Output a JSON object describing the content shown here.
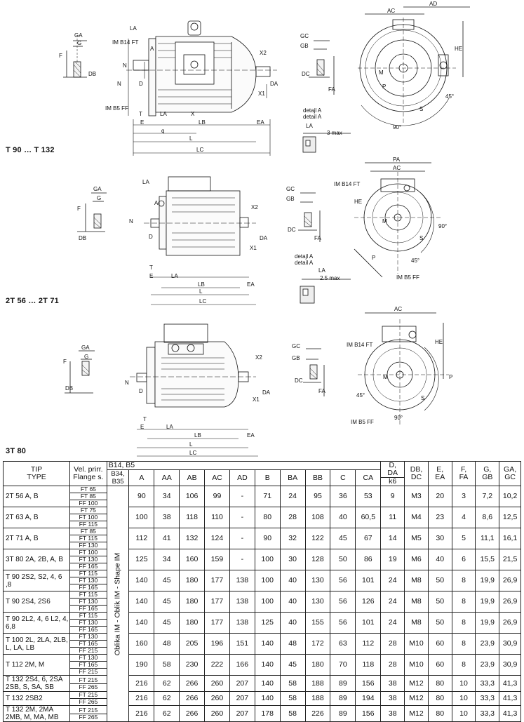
{
  "sections": [
    {
      "label": "T 90 … T 132"
    },
    {
      "label": "2T 56 … 2T 71"
    },
    {
      "label": "3T 80"
    }
  ],
  "drawing_labels": {
    "s1": {
      "GA": "GA",
      "G": "G",
      "F": "F",
      "DB": "DB",
      "LA": "LA",
      "IM_B14": "IM B14 FT",
      "IM_B5": "IM B5 FF",
      "A": "A",
      "N": "N",
      "D": "D",
      "T": "T",
      "X": "X",
      "E": "E",
      "q": "q",
      "LB": "LB",
      "L": "L",
      "LC": "LC",
      "EA": "EA",
      "X1": "X1",
      "X2": "X2",
      "DA": "DA",
      "GC": "GC",
      "GB": "GB",
      "DC": "DC",
      "FA": "FA",
      "detail1": "detajl A",
      "detail2": "detail A",
      "max": "3 max",
      "AC": "AC",
      "AD": "AD",
      "HE": "HE",
      "M": "M",
      "P": "P",
      "S": "S",
      "deg45": "45°",
      "deg90": "90°"
    },
    "s2": {
      "GA": "GA",
      "G": "G",
      "F": "F",
      "DB": "DB",
      "LA": "LA",
      "A": "A",
      "N": "N",
      "D": "D",
      "T": "T",
      "E": "E",
      "LB": "LB",
      "L": "L",
      "LC": "LC",
      "EA": "EA",
      "X1": "X1",
      "X2": "X2",
      "DA": "DA",
      "GC": "GC",
      "GB": "GB",
      "DC": "DC",
      "FA": "FA",
      "detail1": "detajl A",
      "detail2": "detail A",
      "max": "2.5 max",
      "PA": "PA",
      "AC": "AC",
      "IM_B14": "IM B14 FT",
      "IM_B5": "IM B5 FF",
      "HE": "HE",
      "M": "M",
      "P": "P",
      "S": "S",
      "deg45": "45°",
      "deg90": "90°"
    },
    "s3": {
      "GA": "GA",
      "G": "G",
      "F": "F",
      "DB": "DB",
      "LA": "LA",
      "N": "N",
      "D": "D",
      "T": "T",
      "E": "E",
      "LB": "LB",
      "L": "L",
      "LC": "LC",
      "EA": "EA",
      "X1": "X1",
      "X2": "X2",
      "DA": "DA",
      "GC": "GC",
      "GB": "GB",
      "DC": "DC",
      "FA": "FA",
      "AC": "AC",
      "IM_B14": "IM B14 FT",
      "IM_B5": "IM B5 FF",
      "HE": "HE",
      "P": "P",
      "M": "M",
      "S": "S",
      "deg45": "45°",
      "deg90": "90°"
    }
  },
  "table": {
    "header": {
      "tip": "TIP",
      "type": "TYPE",
      "flange1": "Vel. prirr.",
      "flange2": "Flange s.",
      "b14": "B14, B5",
      "b34": "B34, B35",
      "cols": [
        "A",
        "AA",
        "AB",
        "AC",
        "AD",
        "B",
        "BA",
        "BB",
        "C",
        "CA"
      ],
      "d1": "D,",
      "d2": "DA",
      "d3": "k6",
      "db1": "DB,",
      "db2": "DC",
      "e1": "E,",
      "e2": "EA",
      "f1": "F,",
      "f2": "FA",
      "g1": "G,",
      "g2": "GB",
      "ga1": "GA,",
      "ga2": "GC"
    },
    "vertical_label": "Oblika IM - Oblik IM - Shape IM",
    "rows": [
      {
        "type": "2T 56 A, B",
        "flanges": [
          "FT 65",
          "FT 85",
          "FF 100"
        ],
        "v": [
          "90",
          "34",
          "106",
          "99",
          "-",
          "71",
          "24",
          "95",
          "36",
          "53",
          "9",
          "M3",
          "20",
          "3",
          "7,2",
          "10,2"
        ]
      },
      {
        "type": "2T 63 A, B",
        "flanges": [
          "FT 75",
          "FT 100",
          "FF 115"
        ],
        "v": [
          "100",
          "38",
          "118",
          "110",
          "-",
          "80",
          "28",
          "108",
          "40",
          "60,5",
          "11",
          "M4",
          "23",
          "4",
          "8,6",
          "12,5"
        ]
      },
      {
        "type": "2T 71 A, B",
        "flanges": [
          "FT 85",
          "FT 115",
          "FF 130"
        ],
        "v": [
          "112",
          "41",
          "132",
          "124",
          "-",
          "90",
          "32",
          "122",
          "45",
          "67",
          "14",
          "M5",
          "30",
          "5",
          "11,1",
          "16,1"
        ]
      },
      {
        "type": "3T 80 2A, 2B, A, B",
        "flanges": [
          "FT 100",
          "FT 130",
          "FF 165"
        ],
        "v": [
          "125",
          "34",
          "160",
          "159",
          "-",
          "100",
          "30",
          "128",
          "50",
          "86",
          "19",
          "M6",
          "40",
          "6",
          "15,5",
          "21,5"
        ]
      },
      {
        "type": "T 90 2S2, S2, 4, 6 ,8",
        "flanges": [
          "FT 115",
          "FT 130",
          "FF 165"
        ],
        "v": [
          "140",
          "45",
          "180",
          "177",
          "138",
          "100",
          "40",
          "130",
          "56",
          "101",
          "24",
          "M8",
          "50",
          "8",
          "19,9",
          "26,9"
        ]
      },
      {
        "type": "T 90 2S4, 2S6",
        "flanges": [
          "FT 115",
          "FT 130",
          "FF 165"
        ],
        "v": [
          "140",
          "45",
          "180",
          "177",
          "138",
          "100",
          "40",
          "130",
          "56",
          "126",
          "24",
          "M8",
          "50",
          "8",
          "19,9",
          "26,9"
        ]
      },
      {
        "type": "T 90 2L2, 4, 6 L2, 4, 6,8",
        "flanges": [
          "FT 115",
          "FT 130",
          "FF 165"
        ],
        "v": [
          "140",
          "45",
          "180",
          "177",
          "138",
          "125",
          "40",
          "155",
          "56",
          "101",
          "24",
          "M8",
          "50",
          "8",
          "19,9",
          "26,9"
        ]
      },
      {
        "type": "T 100 2L, 2LA, 2LB, L, LA, LB",
        "flanges": [
          "FT 130",
          "FT 165",
          "FF 215"
        ],
        "v": [
          "160",
          "48",
          "205",
          "196",
          "151",
          "140",
          "48",
          "172",
          "63",
          "112",
          "28",
          "M10",
          "60",
          "8",
          "23,9",
          "30,9"
        ]
      },
      {
        "type": "T 112 2M, M",
        "flanges": [
          "FT 130",
          "FT 165",
          "FF 215"
        ],
        "v": [
          "190",
          "58",
          "230",
          "222",
          "166",
          "140",
          "45",
          "180",
          "70",
          "118",
          "28",
          "M10",
          "60",
          "8",
          "23,9",
          "30,9"
        ]
      },
      {
        "type": "T 132 2S4, 6, 2SA 2SB, S, SA, SB",
        "flanges": [
          "FT 215",
          "FF 265"
        ],
        "v": [
          "216",
          "62",
          "266",
          "260",
          "207",
          "140",
          "58",
          "188",
          "89",
          "156",
          "38",
          "M12",
          "80",
          "10",
          "33,3",
          "41,3"
        ]
      },
      {
        "type": "T 132 2SB2",
        "flanges": [
          "FT 215",
          "FF 265"
        ],
        "v": [
          "216",
          "62",
          "266",
          "260",
          "207",
          "140",
          "58",
          "188",
          "89",
          "194",
          "38",
          "M12",
          "80",
          "10",
          "33,3",
          "41,3"
        ]
      },
      {
        "type": "T 132 2M, 2MA 2MB, M, MA, MB",
        "flanges": [
          "FT 215",
          "FF 265"
        ],
        "v": [
          "216",
          "62",
          "266",
          "260",
          "207",
          "178",
          "58",
          "226",
          "89",
          "156",
          "38",
          "M12",
          "80",
          "10",
          "33,3",
          "41,3"
        ]
      }
    ]
  }
}
